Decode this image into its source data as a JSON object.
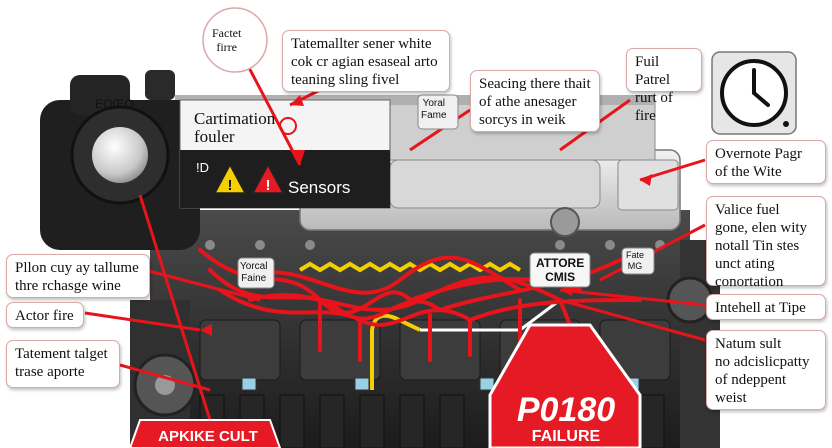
{
  "callouts": {
    "top_circle": "Factet\nfirre",
    "top_center": "Tatemallter sener white\ncok cr agian esaseal arto\nteaning sling fivel",
    "top_mid": "Seacing there thait\nof athe anesager\nsorcys in weik",
    "top_right": "Fuil Patrel\nrurt of fire",
    "right_1": "Overnote Pagr\nof the Wite",
    "right_2": "Valice fuel\ngone, elen wity\nnotall Tin stes\nunct ating\nconortation",
    "right_3": "Intehell at Tipe",
    "right_4": "Natum sult\nno adcislicpatty\nof ndeppent\nweist",
    "left_1": "Pllon cuy ay tallume\nthre rchasge wine",
    "left_2": "Actor fire",
    "left_3": "Tatement talget\ntrase aporte"
  },
  "panel": {
    "title": "Cartimation\nfouler",
    "sensors": "Sensors",
    "small_code": "!D"
  },
  "dial": {
    "label": "EOŒO"
  },
  "engine_tags": {
    "yoral_fame_top": "Yoral\nFame",
    "yorcal_faine": "Yorcal\nFaine",
    "attore": "ATTORE\nCMIS",
    "small_right": "Fate\nMG"
  },
  "fault": {
    "code": "P0180",
    "label": "FAILURE",
    "bottom_left": "APKIKE CULT"
  },
  "colors": {
    "wire_red": "#e8141c",
    "engine_dark": "#2b2b2b",
    "panel": "#1e1e1e",
    "warning_yellow": "#f5d000",
    "fault_red": "#e51a24",
    "callout_border": "#d9a8a8"
  },
  "icons": [
    "gauge-icon",
    "warning-triangle-icon",
    "warning-triangle-red-icon",
    "sensor-tag-icon",
    "ignition-dial-icon"
  ]
}
